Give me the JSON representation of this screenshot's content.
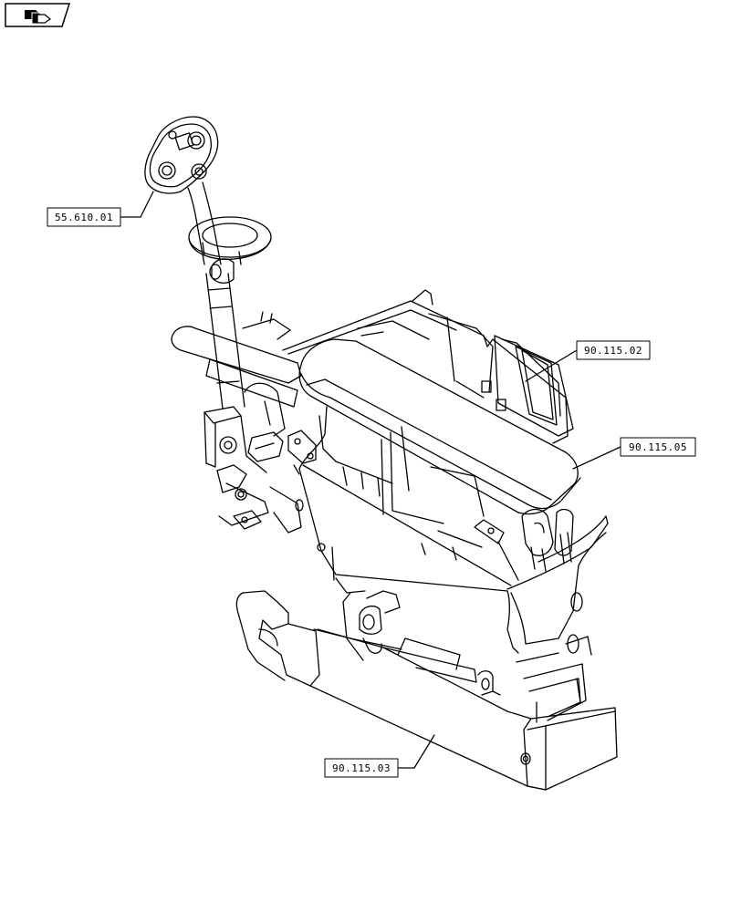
{
  "nav": {
    "icon": "next-page-arrow-icon"
  },
  "callouts": {
    "joystick": "55.610.01",
    "console_side": "90.115.02",
    "armrest": "90.115.05",
    "base_bracket": "90.115.03"
  }
}
